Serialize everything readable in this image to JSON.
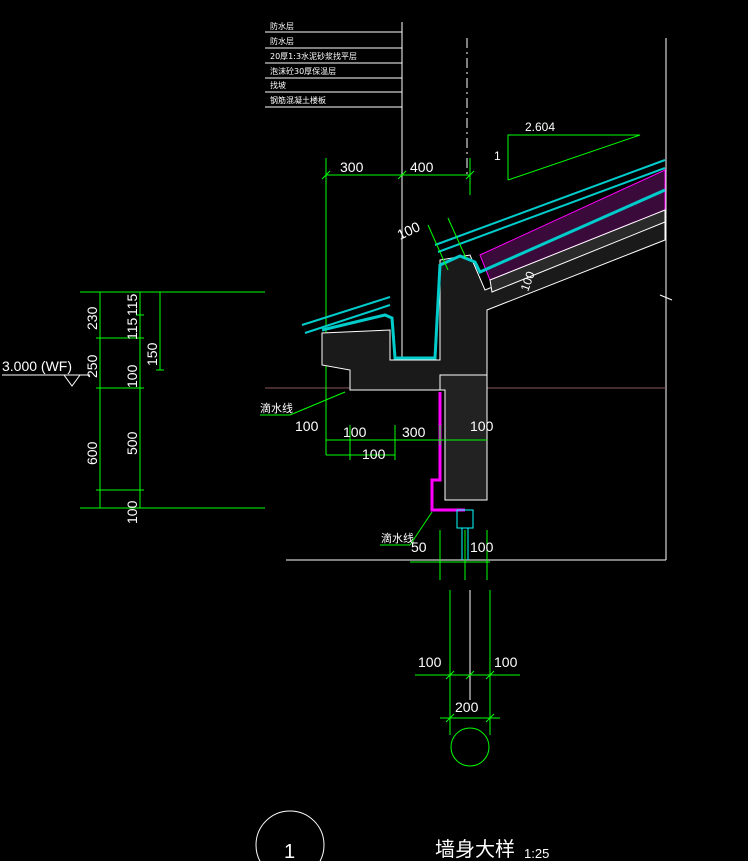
{
  "notes": [
    "防水层",
    "防水层",
    "20厚1:3水泥砂浆找平层",
    "泡沫砼30厚保温层",
    "找坡",
    "钢筋混凝土楼板"
  ],
  "top_dims": {
    "left": "300",
    "right": "400"
  },
  "slope": {
    "value": "2.604",
    "rise": "1"
  },
  "gutter_dim": "100",
  "left_vertical_dims": {
    "a": "230",
    "b": "250",
    "c": "600",
    "d": "100"
  },
  "inner_vertical_dims": {
    "a": "115",
    "b": "115",
    "c": "100",
    "d": "500"
  },
  "right_vertical_dim": "150",
  "elevation": "3.000 (WF)",
  "drip_label_1": "滴水线",
  "drip_label_2": "滴水线",
  "mid_dims": {
    "d1": "100",
    "d2": "100",
    "d3": "300",
    "d4": "100",
    "d5": "100"
  },
  "bottom_dims": {
    "d1": "50",
    "d2": "100"
  },
  "col_dims": {
    "left": "100",
    "right": "100",
    "total": "200"
  },
  "slab_dim": "100",
  "title": "墙身大样",
  "detail_number": "1",
  "scale": "1:25",
  "colors": {
    "lines": "#00ff00",
    "gutter": "#00cccc",
    "waterproof": "#ff00ff",
    "text": "#ffffff",
    "grid": "#ffffff",
    "axis": "#ff8080"
  }
}
